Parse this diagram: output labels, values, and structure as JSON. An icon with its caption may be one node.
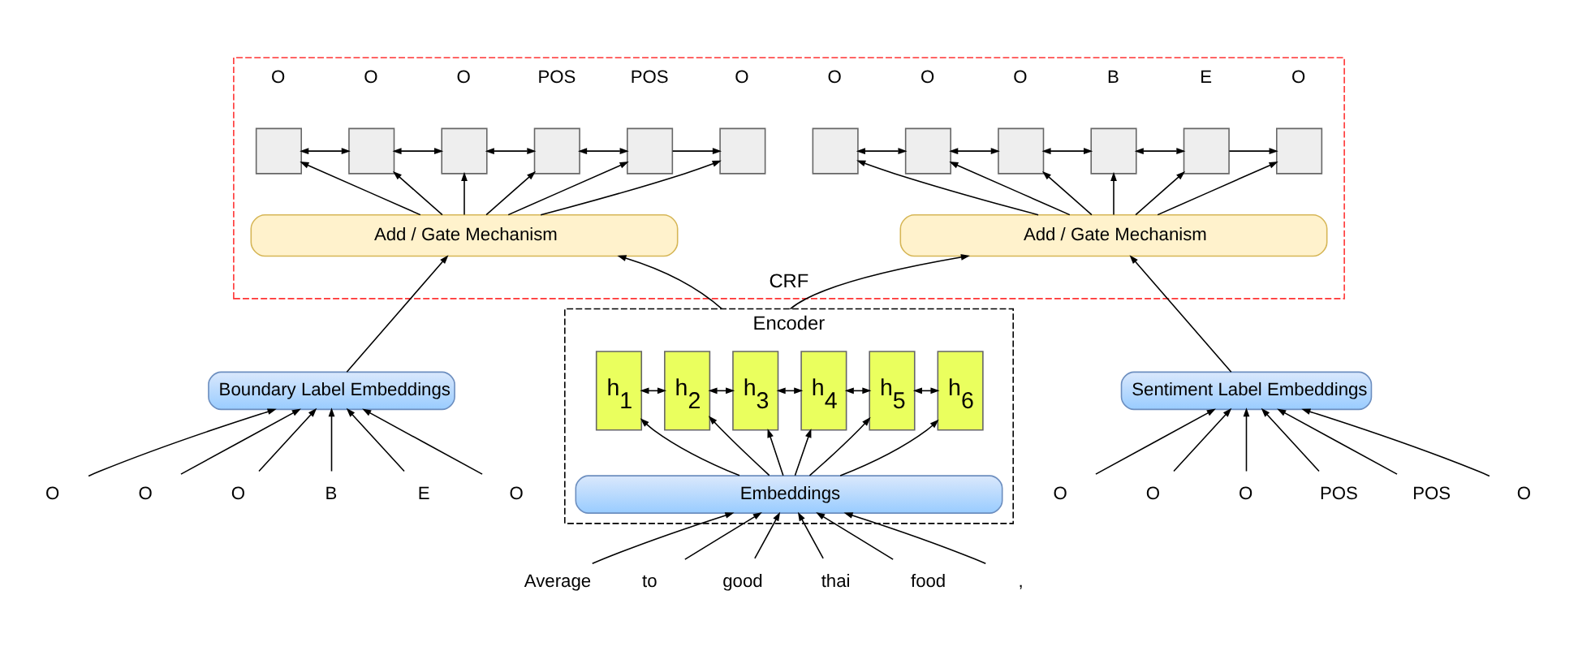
{
  "diagram": {
    "nodes": [
      {
        "text": [
          "CRF"
        ]
      },
      {
        "text": [],
        "shape": "box",
        "beside": [
          "O"
        ],
        "in": 0
      },
      {
        "text": [],
        "shape": "box",
        "beside": [
          "O"
        ],
        "in": 0
      },
      {
        "text": [],
        "shape": "box",
        "beside": [
          "O"
        ],
        "in": 0
      },
      {
        "text": [],
        "shape": "box",
        "beside": [
          "POS"
        ],
        "in": 0
      },
      {
        "text": [],
        "shape": "box",
        "beside": [
          "POS"
        ],
        "in": 0
      },
      {
        "text": [],
        "shape": "box",
        "beside": [
          "O"
        ],
        "in": 0
      },
      {
        "text": [],
        "shape": "box",
        "beside": [
          "O"
        ],
        "in": 0
      },
      {
        "text": [],
        "shape": "box",
        "beside": [
          "O"
        ],
        "in": 0
      },
      {
        "text": [],
        "shape": "box",
        "beside": [
          "O"
        ],
        "in": 0
      },
      {
        "text": [],
        "shape": "box",
        "beside": [
          "B"
        ],
        "in": 0
      },
      {
        "text": [],
        "shape": "box",
        "beside": [
          "E"
        ],
        "in": 0
      },
      {
        "text": [],
        "shape": "box",
        "beside": [
          "O"
        ],
        "in": 0
      },
      {
        "text": [
          "Add / Gate Mechanism"
        ],
        "in": 0
      },
      {
        "text": [
          "Add / Gate Mechanism"
        ],
        "in": 0
      },
      {
        "text": [
          "Boundary Label Embeddings"
        ]
      },
      {
        "text": [
          "Encoder"
        ]
      },
      {
        "text": [
          "h$_{1}$"
        ],
        "in": 16
      },
      {
        "text": [
          "h$_{2}$"
        ],
        "in": 16
      },
      {
        "text": [
          "h$_{3}$"
        ],
        "in": 16
      },
      {
        "text": [
          "h$_{4}$"
        ],
        "in": 16
      },
      {
        "text": [
          "h$_{5}$"
        ],
        "in": 16
      },
      {
        "text": [
          "h$_{6}$"
        ],
        "in": 16
      },
      {
        "text": [
          "Embeddings"
        ],
        "in": 16
      },
      {
        "text": [
          "Sentiment Label Embeddings"
        ]
      },
      {
        "text": [
          "O"
        ]
      },
      {
        "text": [
          "O"
        ]
      },
      {
        "text": [
          "O"
        ]
      },
      {
        "text": [
          "B"
        ]
      },
      {
        "text": [
          "E"
        ]
      },
      {
        "text": [
          "O"
        ]
      },
      {
        "text": [
          "O"
        ]
      },
      {
        "text": [
          "O"
        ]
      },
      {
        "text": [
          "O"
        ]
      },
      {
        "text": [
          "POS"
        ]
      },
      {
        "text": [
          "POS"
        ]
      },
      {
        "text": [
          "O"
        ]
      },
      {
        "text": [
          "Average"
        ]
      },
      {
        "text": [
          "to"
        ]
      },
      {
        "text": [
          "good"
        ]
      },
      {
        "text": [
          "thai"
        ]
      },
      {
        "text": [
          "food"
        ]
      },
      {
        "text": [
          ","
        ]
      }
    ],
    "edges": [
      {
        "from": 1,
        "to": 2,
        "arrow": "both"
      },
      {
        "from": 2,
        "to": 3,
        "arrow": "both"
      },
      {
        "from": 3,
        "to": 4,
        "arrow": "both"
      },
      {
        "from": 4,
        "to": 5,
        "arrow": "both"
      },
      {
        "from": 5,
        "to": 6,
        "arrow": "to"
      },
      {
        "from": 7,
        "to": 8,
        "arrow": "both"
      },
      {
        "from": 8,
        "to": 9,
        "arrow": "both"
      },
      {
        "from": 9,
        "to": 10,
        "arrow": "both"
      },
      {
        "from": 10,
        "to": 11,
        "arrow": "both"
      },
      {
        "from": 11,
        "to": 12,
        "arrow": "to"
      },
      {
        "from": 13,
        "to": 1,
        "arrow": "to"
      },
      {
        "from": 13,
        "to": 2,
        "arrow": "to"
      },
      {
        "from": 13,
        "to": 3,
        "arrow": "to"
      },
      {
        "from": 13,
        "to": 4,
        "arrow": "to"
      },
      {
        "from": 13,
        "to": 5,
        "arrow": "to"
      },
      {
        "from": 13,
        "to": 6,
        "arrow": "to"
      },
      {
        "from": 14,
        "to": 7,
        "arrow": "to"
      },
      {
        "from": 14,
        "to": 8,
        "arrow": "to"
      },
      {
        "from": 14,
        "to": 9,
        "arrow": "to"
      },
      {
        "from": 14,
        "to": 10,
        "arrow": "to"
      },
      {
        "from": 14,
        "to": 11,
        "arrow": "to"
      },
      {
        "from": 14,
        "to": 12,
        "arrow": "to"
      },
      {
        "from": 15,
        "to": 13,
        "arrow": "to"
      },
      {
        "from": 16,
        "to": 13,
        "arrow": "to"
      },
      {
        "from": 16,
        "to": 14,
        "arrow": "to"
      },
      {
        "from": 24,
        "to": 14,
        "arrow": "to"
      },
      {
        "from": 17,
        "to": 18,
        "arrow": "both"
      },
      {
        "from": 18,
        "to": 19,
        "arrow": "both"
      },
      {
        "from": 19,
        "to": 20,
        "arrow": "both"
      },
      {
        "from": 20,
        "to": 21,
        "arrow": "both"
      },
      {
        "from": 21,
        "to": 22,
        "arrow": "both"
      },
      {
        "from": 23,
        "to": 17,
        "arrow": "to"
      },
      {
        "from": 23,
        "to": 18,
        "arrow": "to"
      },
      {
        "from": 23,
        "to": 19,
        "arrow": "to"
      },
      {
        "from": 23,
        "to": 20,
        "arrow": "to"
      },
      {
        "from": 23,
        "to": 21,
        "arrow": "to"
      },
      {
        "from": 23,
        "to": 22,
        "arrow": "to"
      },
      {
        "from": 25,
        "to": 15,
        "arrow": "to"
      },
      {
        "from": 26,
        "to": 15,
        "arrow": "to"
      },
      {
        "from": 27,
        "to": 15,
        "arrow": "to"
      },
      {
        "from": 28,
        "to": 15,
        "arrow": "to"
      },
      {
        "from": 29,
        "to": 15,
        "arrow": "to"
      },
      {
        "from": 30,
        "to": 15,
        "arrow": "to"
      },
      {
        "from": 31,
        "to": 24,
        "arrow": "to"
      },
      {
        "from": 32,
        "to": 24,
        "arrow": "to"
      },
      {
        "from": 33,
        "to": 24,
        "arrow": "to"
      },
      {
        "from": 34,
        "to": 24,
        "arrow": "to"
      },
      {
        "from": 35,
        "to": 24,
        "arrow": "to"
      },
      {
        "from": 36,
        "to": 24,
        "arrow": "to"
      },
      {
        "from": 37,
        "to": 23,
        "arrow": "to"
      },
      {
        "from": 38,
        "to": 23,
        "arrow": "to"
      },
      {
        "from": 39,
        "to": 23,
        "arrow": "to"
      },
      {
        "from": 40,
        "to": 23,
        "arrow": "to"
      },
      {
        "from": 41,
        "to": 23,
        "arrow": "to"
      },
      {
        "from": 42,
        "to": 23,
        "arrow": "to"
      }
    ]
  }
}
